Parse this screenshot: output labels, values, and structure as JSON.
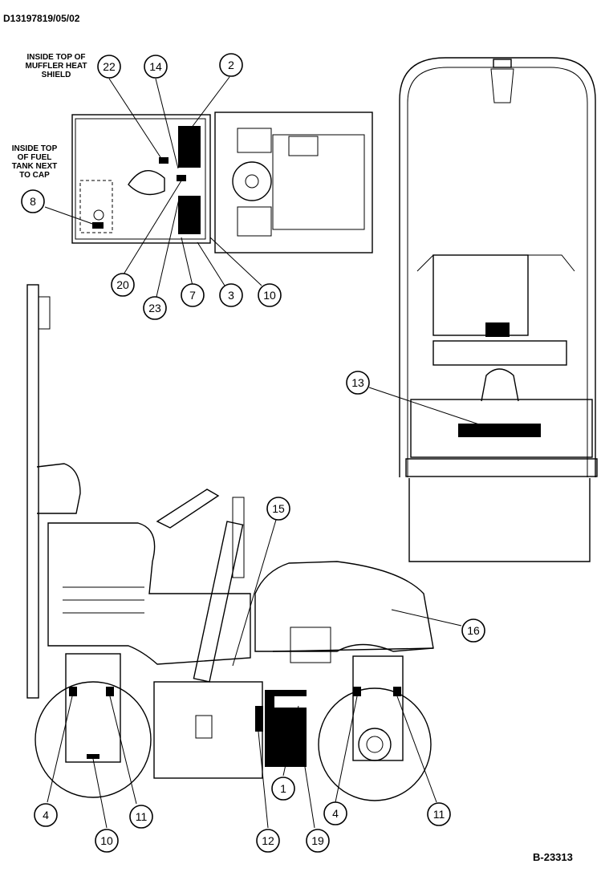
{
  "header": {
    "doc_id": "D13197819/05/02"
  },
  "footer": {
    "figure_id": "B-23313"
  },
  "notes": {
    "muffler": "INSIDE TOP OF MUFFLER HEAT SHIELD",
    "fuel": "INSIDE TOP OF FUEL TANK NEXT TO CAP"
  },
  "callouts": [
    "22",
    "14",
    "2",
    "8",
    "20",
    "23",
    "7",
    "3",
    "10",
    "13",
    "15",
    "16",
    "4",
    "11",
    "10",
    "1",
    "4",
    "11",
    "12",
    "19"
  ]
}
